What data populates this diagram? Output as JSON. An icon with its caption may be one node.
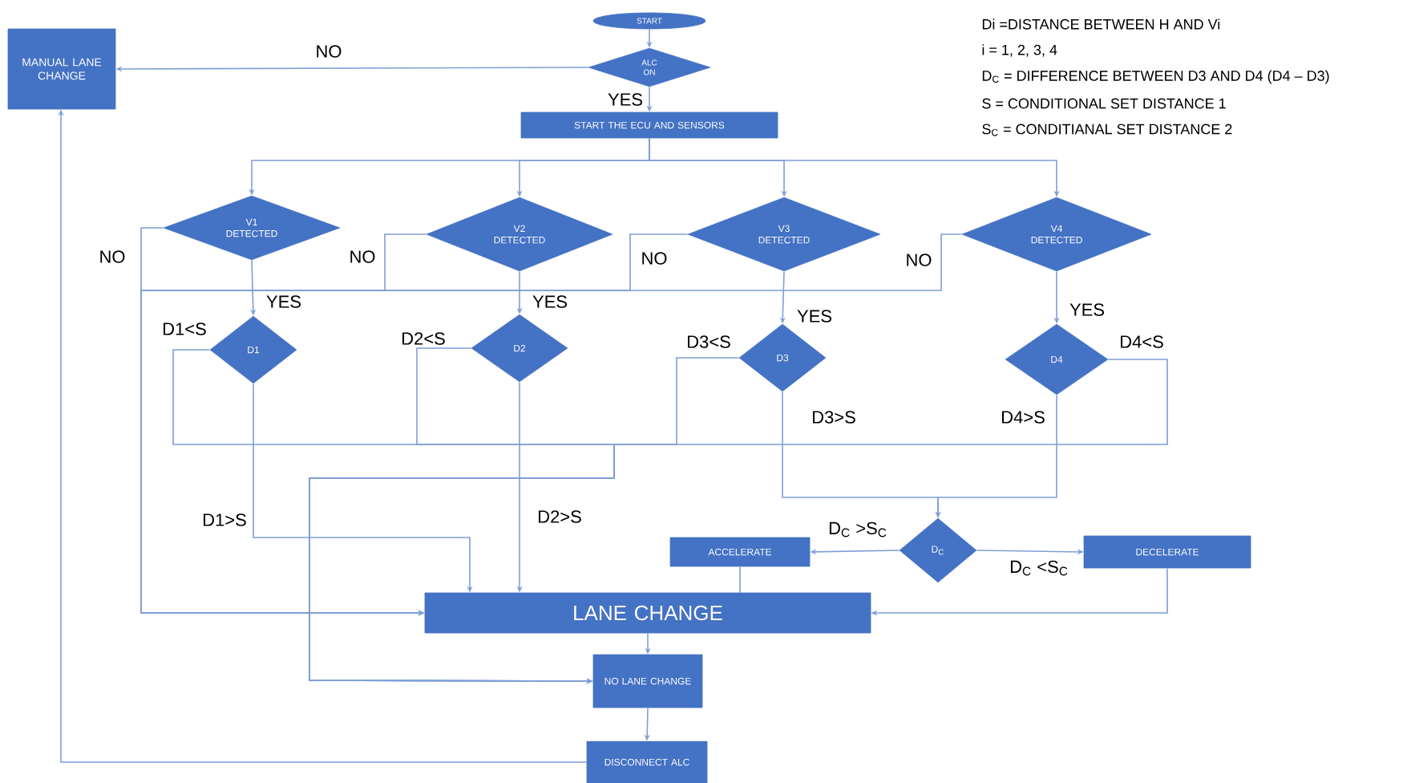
{
  "diagram": {
    "nodes": [
      {
        "text": [
          "START"
        ]
      },
      {
        "text": [
          "ALC ON"
        ]
      },
      {
        "text": [
          "MANUAL LANE CHANGE"
        ]
      },
      {
        "text": [
          "START THE ECU AND SENSORS"
        ]
      },
      {
        "text": [
          "V1 DETECTED"
        ]
      },
      {
        "text": [
          "V2 DETECTED"
        ]
      },
      {
        "text": [
          "V3 DETECTED"
        ]
      },
      {
        "text": [
          "V4 DETECTED"
        ]
      },
      {
        "text": [
          "D1"
        ]
      },
      {
        "text": [
          "D2"
        ]
      },
      {
        "text": [
          "D3"
        ]
      },
      {
        "text": [
          "D4"
        ]
      },
      {
        "text": [
          "D$_{C}$"
        ]
      },
      {
        "text": [
          "ACCELERATE"
        ]
      },
      {
        "text": [
          "DECELERATE"
        ]
      },
      {
        "text": [
          "LANE CHANGE"
        ]
      },
      {
        "text": [
          "NO LANE CHANGE"
        ]
      },
      {
        "text": [
          "DISCONNECT ALC"
        ]
      }
    ],
    "edges": [
      {
        "from": 0,
        "to": 1,
        "arrow": "to"
      },
      {
        "from": 1,
        "to": 2,
        "arrow": "to",
        "label": "NO"
      },
      {
        "from": 1,
        "to": 3,
        "arrow": "to",
        "label": "YES"
      },
      {
        "from": 3,
        "to": 4,
        "arrow": "to"
      },
      {
        "from": 3,
        "to": 5,
        "arrow": "to"
      },
      {
        "from": 3,
        "to": 6,
        "arrow": "to"
      },
      {
        "from": 3,
        "to": 7,
        "arrow": "to"
      },
      {
        "from": 4,
        "to": 15,
        "arrow": "to",
        "label": "NO"
      },
      {
        "from": 5,
        "to": 15,
        "arrow": "to",
        "label": "NO"
      },
      {
        "from": 6,
        "to": 15,
        "arrow": "to",
        "label": "NO"
      },
      {
        "from": 7,
        "to": 15,
        "arrow": "to",
        "label": "NO"
      },
      {
        "from": 4,
        "to": 8,
        "arrow": "to",
        "label": "YES"
      },
      {
        "from": 5,
        "to": 9,
        "arrow": "to",
        "label": "YES"
      },
      {
        "from": 6,
        "to": 10,
        "arrow": "to",
        "label": "YES"
      },
      {
        "from": 7,
        "to": 11,
        "arrow": "to",
        "label": "YES"
      },
      {
        "from": 8,
        "to": 16,
        "arrow": "to",
        "label": "D1<S"
      },
      {
        "from": 9,
        "to": 16,
        "arrow": "to",
        "label": "D2<S"
      },
      {
        "from": 10,
        "to": 16,
        "arrow": "to",
        "label": "D3<S"
      },
      {
        "from": 11,
        "to": 16,
        "arrow": "to",
        "label": "D4<S"
      },
      {
        "from": 8,
        "to": 15,
        "arrow": "to",
        "label": "D1>S"
      },
      {
        "from": 9,
        "to": 15,
        "arrow": "to",
        "label": "D2>S"
      },
      {
        "from": 10,
        "to": 12,
        "arrow": "to",
        "label": "D3>S"
      },
      {
        "from": 11,
        "to": 12,
        "arrow": "to",
        "label": "D4>S"
      },
      {
        "from": 12,
        "to": 13,
        "arrow": "to",
        "label": "D$_{C}$ >S$_{C}$"
      },
      {
        "from": 12,
        "to": 14,
        "arrow": "to",
        "label": "D$_{C}$ <S$_{C}$"
      },
      {
        "from": 13,
        "to": 15,
        "arrow": "none"
      },
      {
        "from": 14,
        "to": 15,
        "arrow": "to"
      },
      {
        "from": 15,
        "to": 16,
        "arrow": "to"
      },
      {
        "from": 16,
        "to": 17,
        "arrow": "to"
      },
      {
        "from": 17,
        "to": 2,
        "arrow": "to"
      }
    ],
    "labels": [
      "Di =DISTANCE BETWEEN H AND Vi",
      "i = 1, 2, 3, 4",
      "D$_{C}$ = DIFFERENCE BETWEEN D3 AND D4 (D4 – D3)",
      "S = CONDITIONAL SET DISTANCE 1",
      "S$_{C}$ = CONDITIANAL SET DISTANCE 2"
    ]
  }
}
